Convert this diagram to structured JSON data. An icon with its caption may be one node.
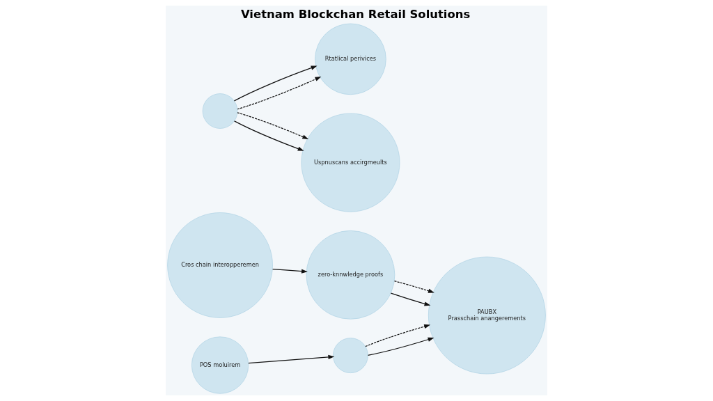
{
  "diagram": {
    "title": "Vietnam Blockchan Retail Solutions",
    "nodes": [
      {
        "text": [
          "Cros chain interopperemen"
        ]
      },
      {
        "text": [
          "zero-knnwledge proofs"
        ]
      },
      {
        "text": [
          "POS moluirem"
        ]
      },
      {
        "text": [],
        "shape": "circle"
      },
      {
        "text": [
          "PAUBX",
          "Prasschain anangerements"
        ]
      },
      {
        "text": [],
        "shape": "circle"
      },
      {
        "text": [
          "Rtatlical perivices"
        ]
      },
      {
        "text": [
          "Uspnuscans accirgmeults"
        ]
      }
    ],
    "edges": [
      {
        "from": 0,
        "to": 1,
        "arrow": "to"
      },
      {
        "from": 1,
        "to": 4,
        "arrow": "to"
      },
      {
        "from": 1,
        "to": 4,
        "arrow": "to",
        "style": "dashed"
      },
      {
        "from": 2,
        "to": 3,
        "arrow": "to"
      },
      {
        "from": 3,
        "to": 4,
        "arrow": "to"
      },
      {
        "from": 3,
        "to": 4,
        "arrow": "to",
        "style": "dashed"
      },
      {
        "from": 5,
        "to": 6,
        "arrow": "to",
        "style": "dashed"
      },
      {
        "from": 5,
        "to": 6,
        "arrow": "to"
      },
      {
        "from": 5,
        "to": 7,
        "arrow": "to"
      },
      {
        "from": 5,
        "to": 7,
        "arrow": "to",
        "style": "dashed"
      }
    ]
  }
}
